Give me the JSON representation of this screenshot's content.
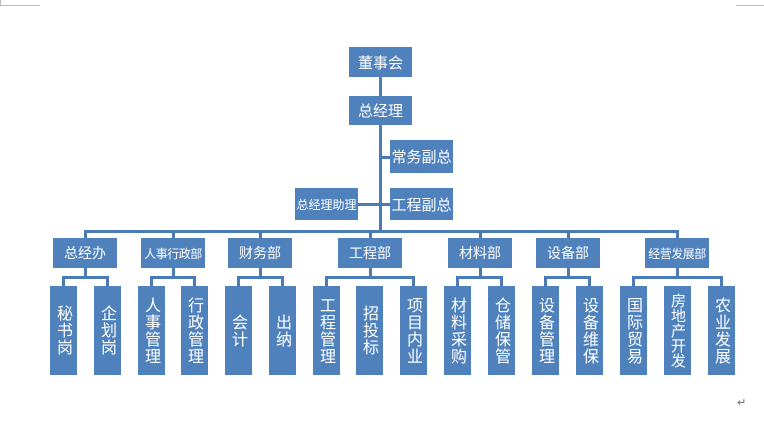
{
  "chart": {
    "board": "董事会",
    "gm": "总经理",
    "exec_vp": "常务副总",
    "eng_vp": "工程副总",
    "gm_assistant": "总经理助理",
    "departments": [
      {
        "name": "总经办",
        "children": [
          "秘书岗",
          "企划岗"
        ]
      },
      {
        "name": "人事行政部",
        "children": [
          "人事管理",
          "行政管理"
        ]
      },
      {
        "name": "财务部",
        "children": [
          "会计",
          "出纳"
        ]
      },
      {
        "name": "工程部",
        "children": [
          "工程管理",
          "招投标",
          "项目内业"
        ]
      },
      {
        "name": "材料部",
        "children": [
          "材料采购",
          "仓储保管"
        ]
      },
      {
        "name": "设备部",
        "children": [
          "设备管理",
          "设备维保"
        ]
      },
      {
        "name": "经营发展部",
        "children": [
          "国际贸易",
          "房地产开发",
          "农业发展"
        ]
      }
    ]
  },
  "colors": {
    "box": "#4f81bd",
    "line": "#4a7bb6"
  },
  "paragraph_mark": "↵"
}
